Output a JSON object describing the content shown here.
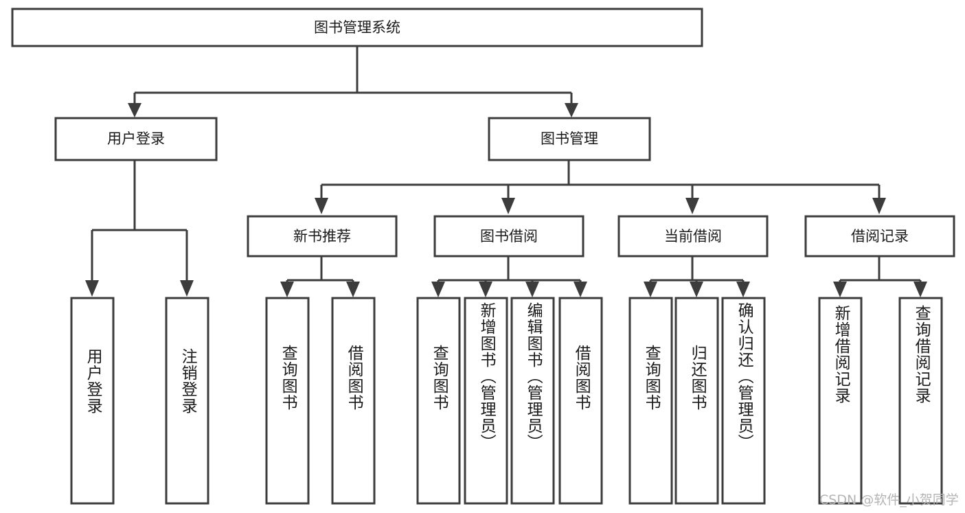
{
  "diagram": {
    "title": "图书管理系统",
    "type": "tree-hierarchy",
    "root": {
      "label": "图书管理系统"
    },
    "level1": [
      {
        "label": "用户登录"
      },
      {
        "label": "图书管理"
      }
    ],
    "level2": [
      {
        "label": "新书推荐"
      },
      {
        "label": "图书借阅"
      },
      {
        "label": "当前借阅"
      },
      {
        "label": "借阅记录"
      }
    ],
    "leaves": {
      "user_login": [
        {
          "label": "用户登录"
        },
        {
          "label": "注销登录"
        }
      ],
      "new_book_recommend": [
        {
          "label": "查询图书"
        },
        {
          "label": "借阅图书"
        }
      ],
      "book_borrow": [
        {
          "label": "查询图书"
        },
        {
          "label": "新增图书（管理员）"
        },
        {
          "label": "编辑图书（管理员）"
        },
        {
          "label": "借阅图书"
        }
      ],
      "current_borrow": [
        {
          "label": "查询图书"
        },
        {
          "label": "归还图书"
        },
        {
          "label": "确认归还（管理员）"
        }
      ],
      "borrow_record": [
        {
          "label": "新增借阅记录"
        },
        {
          "label": "查询借阅记录"
        }
      ]
    }
  },
  "watermark": {
    "text": "CSDN @软件_小贺同学"
  },
  "colors": {
    "background": "#ffffff",
    "stroke": "#3c3c3c",
    "text": "#1a1a1a",
    "watermark": "#b4b4b4"
  }
}
